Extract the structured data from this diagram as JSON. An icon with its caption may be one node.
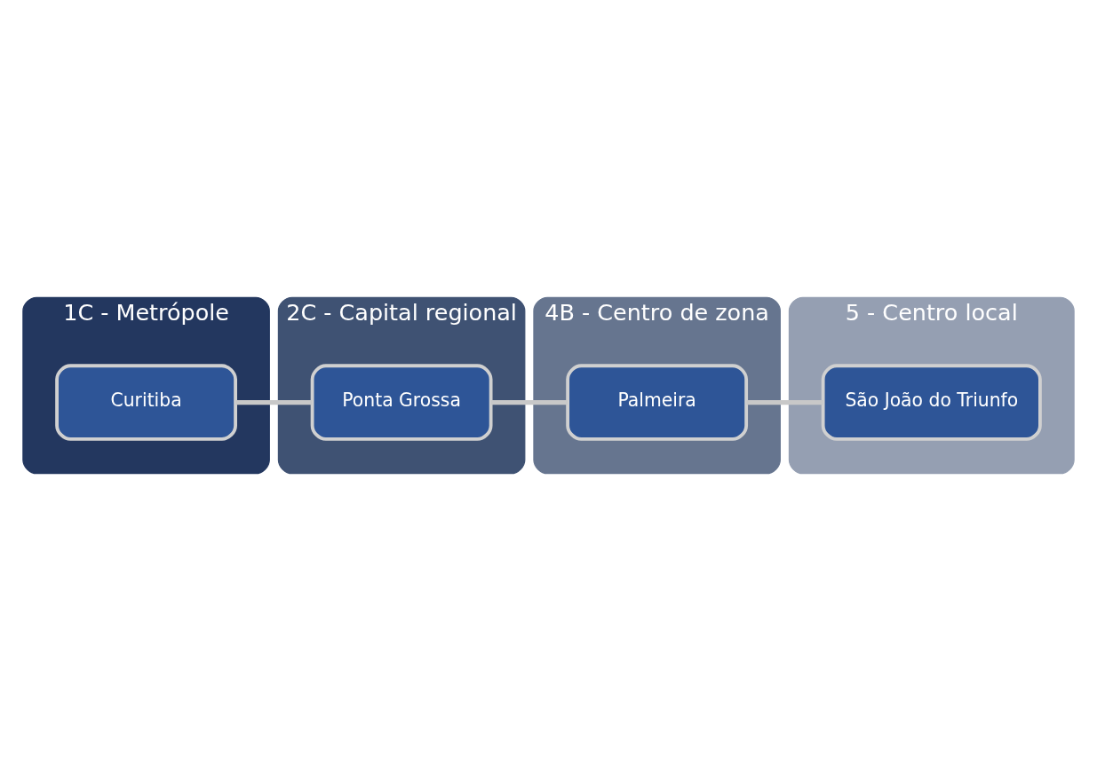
{
  "diagram": {
    "nodes": [
      {
        "text": [
          "1C - Metrópole"
        ]
      },
      {
        "text": [
          "Curitiba"
        ],
        "in": 0
      },
      {
        "text": [
          "2C - Capital regional"
        ]
      },
      {
        "text": [
          "Ponta Grossa"
        ],
        "in": 2
      },
      {
        "text": [
          "4B - Centro de zona"
        ]
      },
      {
        "text": [
          "Palmeira"
        ],
        "in": 4
      },
      {
        "text": [
          "5 - Centro local"
        ]
      },
      {
        "text": [
          "São João do Triunfo"
        ],
        "in": 6
      }
    ],
    "edges": [
      {
        "from": 1,
        "to": 3,
        "arrow": "none"
      },
      {
        "from": 3,
        "to": 5,
        "arrow": "none"
      },
      {
        "from": 5,
        "to": 7,
        "arrow": "none"
      }
    ]
  }
}
